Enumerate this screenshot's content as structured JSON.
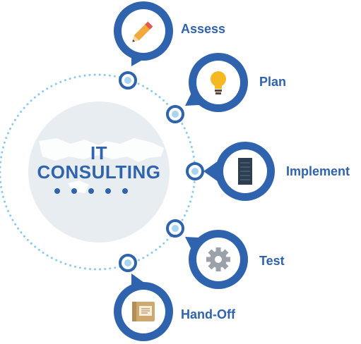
{
  "center": {
    "title_line1": "IT",
    "title_line2": "CONSULTING"
  },
  "steps": [
    {
      "label": "Assess",
      "icon": "pencil-icon"
    },
    {
      "label": "Plan",
      "icon": "lightbulb-icon"
    },
    {
      "label": "Implement",
      "icon": "server-icon"
    },
    {
      "label": "Test",
      "icon": "gear-icon"
    },
    {
      "label": "Hand-Off",
      "icon": "folder-document-icon"
    }
  ],
  "colors": {
    "primary_blue": "#2f63ad",
    "light_blue": "#a9d5f1",
    "dotted_ring": "#8cc9ec",
    "center_fill": "#e8edf1",
    "icon_gray": "#9aa1a8",
    "pencil_orange": "#f2a93b",
    "bulb_yellow": "#f4b823",
    "server_dark": "#2c3e50",
    "folder_tan": "#cfa86f"
  }
}
